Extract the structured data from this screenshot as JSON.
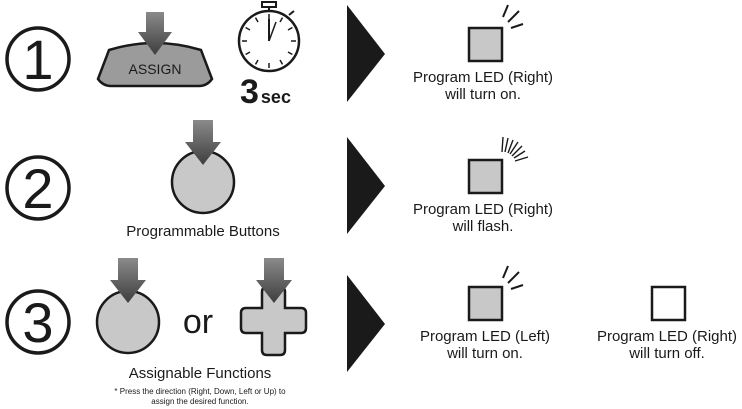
{
  "steps": [
    {
      "number": "1",
      "assign_label": "ASSIGN",
      "timer_value": "3",
      "timer_unit": "sec",
      "result": {
        "line1": "Program LED (Right)",
        "line2": "will turn on."
      }
    },
    {
      "number": "2",
      "button_caption": "Programmable Buttons",
      "result": {
        "line1": "Program LED (Right)",
        "line2": "will flash."
      }
    },
    {
      "number": "3",
      "or_text": "or",
      "caption": "Assignable Functions",
      "footnote_line1": "* Press the direction (Right, Down, Left or Up) to",
      "footnote_line2": "assign the desired function.",
      "result_left": {
        "line1": "Program LED (Left)",
        "line2": "will turn on."
      },
      "result_right": {
        "line1": "Program LED (Right)",
        "line2": "will turn off."
      }
    }
  ],
  "colors": {
    "fill_gray": "#c8c8c8",
    "assign_fill": "#9b9b9b",
    "outline": "#1a1a1a",
    "arrow_top": "#8a8a8a",
    "arrow_bottom": "#3e3e3e"
  },
  "icons": [
    "press-arrow-icon",
    "stopwatch-icon",
    "led-icon",
    "led-light-rays-icon",
    "led-flash-icon",
    "play-triangle-icon",
    "circle-button-icon",
    "cross-pad-icon"
  ]
}
